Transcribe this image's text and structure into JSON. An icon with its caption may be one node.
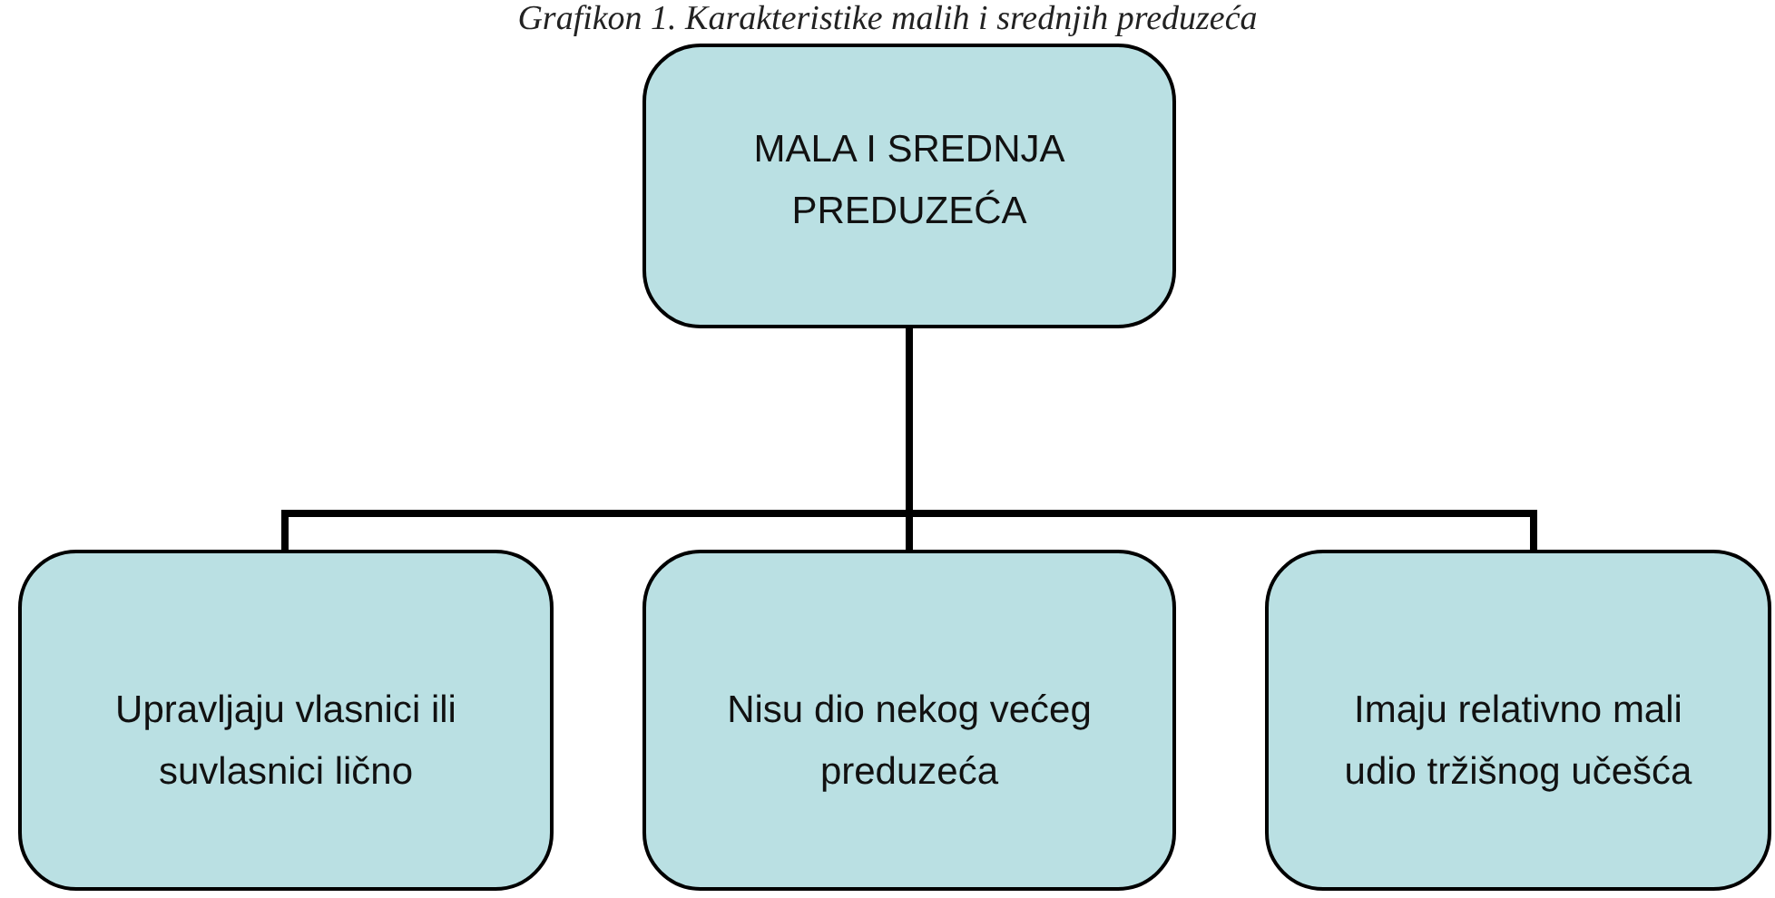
{
  "diagram": {
    "title": "Grafikon 1. Karakteristike malih i srednjih preduzeća",
    "nodes": [
      {
        "text": [
          "MALA I SREDNJA PREDUZEĆA"
        ]
      },
      {
        "text": [
          "Upravljaju vlasnici ili suvlasnici lično"
        ]
      },
      {
        "text": [
          "Nisu dio nekog većeg preduzeća"
        ]
      },
      {
        "text": [
          "Imaju relativno mali udio tržišnog učešća"
        ]
      }
    ],
    "edges": [
      {
        "from": 0,
        "to": 1,
        "arrow": "none"
      },
      {
        "from": 0,
        "to": 2,
        "arrow": "none"
      },
      {
        "from": 0,
        "to": 3,
        "arrow": "none"
      }
    ]
  }
}
